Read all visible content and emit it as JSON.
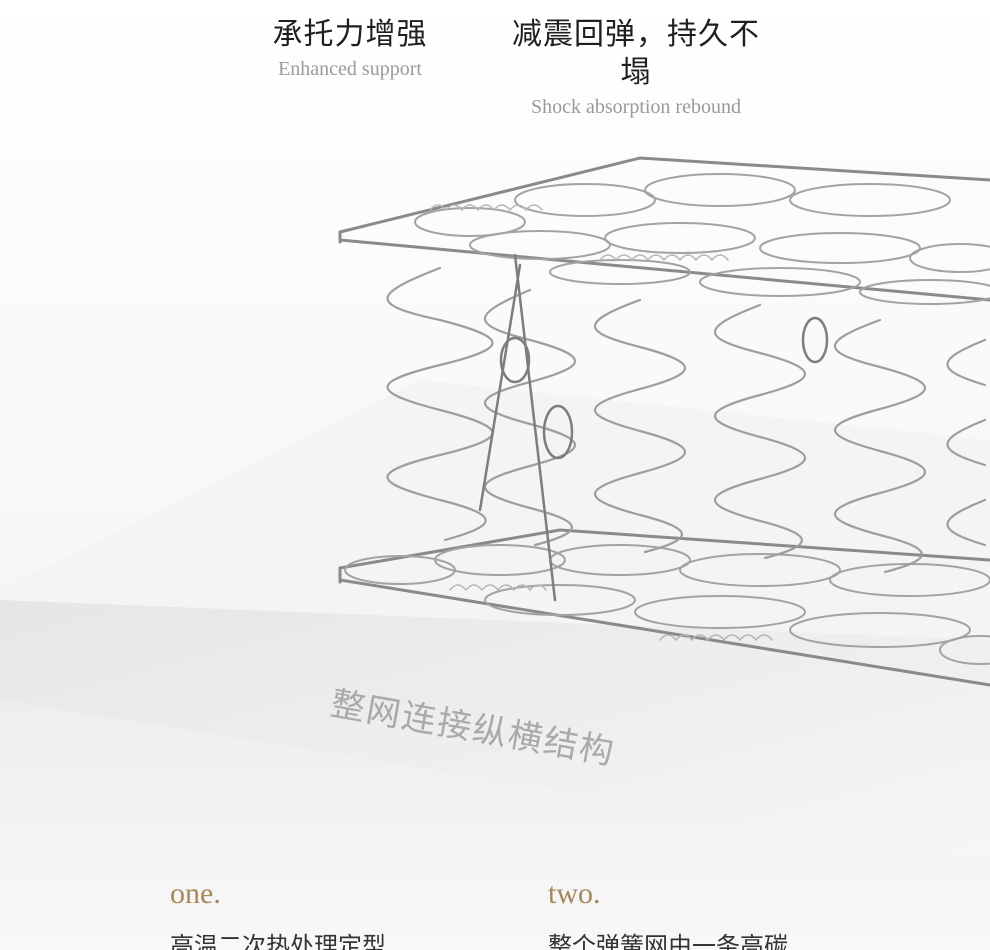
{
  "features": [
    {
      "title_zh": "承托力增强",
      "title_en": "Enhanced support"
    },
    {
      "title_zh": "减震回弹，持久不塌",
      "title_en": "Shock absorption rebound"
    }
  ],
  "caption": "整网连接纵横结构",
  "points": [
    {
      "num": "one.",
      "desc": "高温二次热处理定型"
    },
    {
      "num": "two.",
      "desc": "整个弹簧网由一条高碳"
    }
  ],
  "colors": {
    "accent": "#a8875a",
    "caption": "#a9a9a9",
    "heading": "#1f1f1f",
    "subheading": "#9a9a9a"
  }
}
